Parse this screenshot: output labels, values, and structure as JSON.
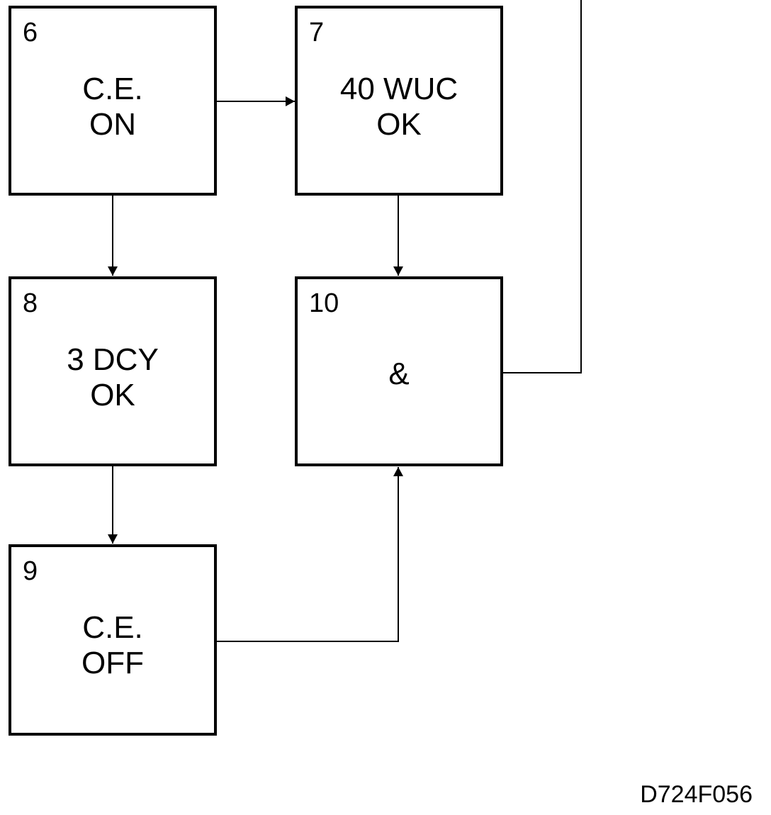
{
  "blocks": [
    {
      "id": "6",
      "number": "6",
      "lines": [
        "C.E.",
        "ON"
      ]
    },
    {
      "id": "7",
      "number": "7",
      "lines": [
        "40 WUC",
        "OK"
      ]
    },
    {
      "id": "8",
      "number": "8",
      "lines": [
        "3 DCY",
        "OK"
      ]
    },
    {
      "id": "10",
      "number": "10",
      "lines": [
        "&"
      ]
    },
    {
      "id": "9",
      "number": "9",
      "lines": [
        "C.E.",
        "OFF"
      ]
    }
  ],
  "connections": [
    {
      "from": "6",
      "to": "7"
    },
    {
      "from": "6",
      "to": "8"
    },
    {
      "from": "7",
      "to": "10"
    },
    {
      "from": "8",
      "to": "9"
    },
    {
      "from": "9",
      "to": "10"
    },
    {
      "from": "10",
      "to": "off-page-top"
    }
  ],
  "figure_id": "D724F056",
  "colors": {
    "line": "#000000",
    "background": "#ffffff"
  }
}
